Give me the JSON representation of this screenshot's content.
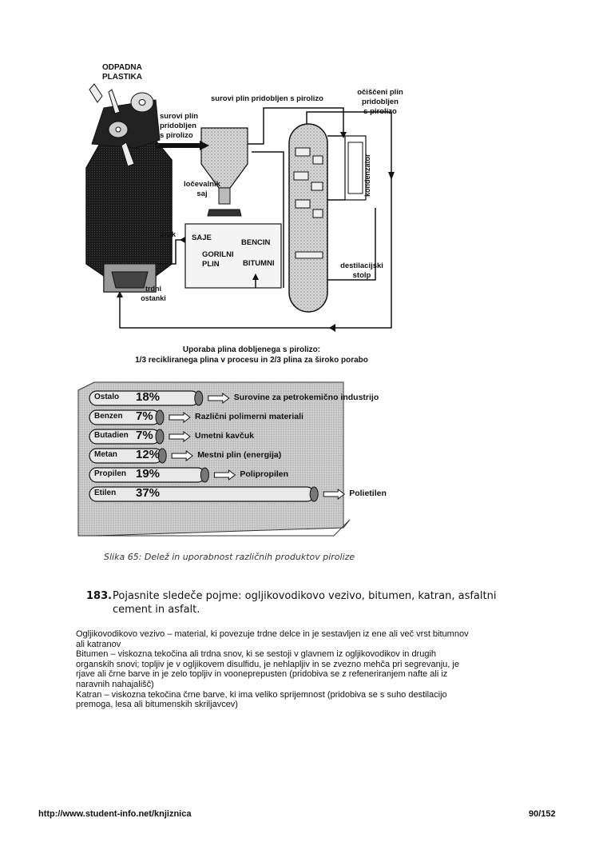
{
  "diagram": {
    "labels": {
      "waste_plastic": "ODPADNA\nPLASTIKA",
      "raw_gas": "surovi plin\npridobljen\ns pirolizo",
      "raw_gas_top": "surovi plin pridobljen s pirolizo",
      "clean_gas": "očiščeni plin\npridobljen\ns pirolizo",
      "separator": "ločevalnik\nsaj",
      "condenser": "kondenzator",
      "air": "zrak",
      "soot": "SAJE",
      "benzin": "BENCIN",
      "fuel_gas": "GORILNI\nPLIN",
      "bitumen": "BITUMNI",
      "column": "destilacijski\nstolp",
      "residue": "trdni\nostanki",
      "usage_line1": "Uporaba plina dobljenega s pirolizo:",
      "usage_line2": "1/3 recikliranega plina v procesu  in 2/3 plina za široko porabo"
    }
  },
  "products_chart": {
    "items": [
      {
        "name": "Ostalo",
        "pct": "18%",
        "use": "Surovine za petrokemično industrijo",
        "share": 18
      },
      {
        "name": "Benzen",
        "pct": "7%",
        "use": "Različni polimerni materiali",
        "share": 7
      },
      {
        "name": "Butadien",
        "pct": "7%",
        "use": "Umetni kavčuk",
        "share": 7
      },
      {
        "name": "Metan",
        "pct": "12%",
        "use": "Mestni plin (energija)",
        "share": 12
      },
      {
        "name": "Propilen",
        "pct": "19%",
        "use": "Polipropilen",
        "share": 19
      },
      {
        "name": "Etilen",
        "pct": "37%",
        "use": "Polietilen",
        "share": 37
      }
    ],
    "caption": "Slika 65:   Delež in uporabnost različnih produktov pirolize"
  },
  "question": {
    "number": "183.",
    "text": "Pojasnite sledeče pojme: ogljikovodikovo vezivo, bitumen, katran, asfaltni cement in asfalt."
  },
  "answer_lines": [
    "Ogljikovodikovo vezivo – material, ki povezuje trdne delce in je sestavljen iz ene ali več vrst bitumnov",
    "ali katranov",
    "Bitumen – viskozna tekočina ali trdna snov, ki se sestoji v glavnem iz ogljikovodikov in drugih",
    "organskih snovi; topljiv je v ogljikovem disulfidu, je nehlapljiv in se zvezno mehča pri segrevanju, je",
    "rjave ali črne barve in je zelo topljiv in vooneprepusten (pridobiva se z refeneriranjem nafte ali  iz",
    "naravnih nahajališč)",
    "Katran – viskozna tekočina črne barve, ki ima veliko sprijemnost (pridobiva se s suho destilacijo",
    "premoga, lesa ali bitumenskih skriljavcev)"
  ],
  "footer": {
    "url": "http://www.student-info.net/knjiznica",
    "page": "90/152"
  }
}
